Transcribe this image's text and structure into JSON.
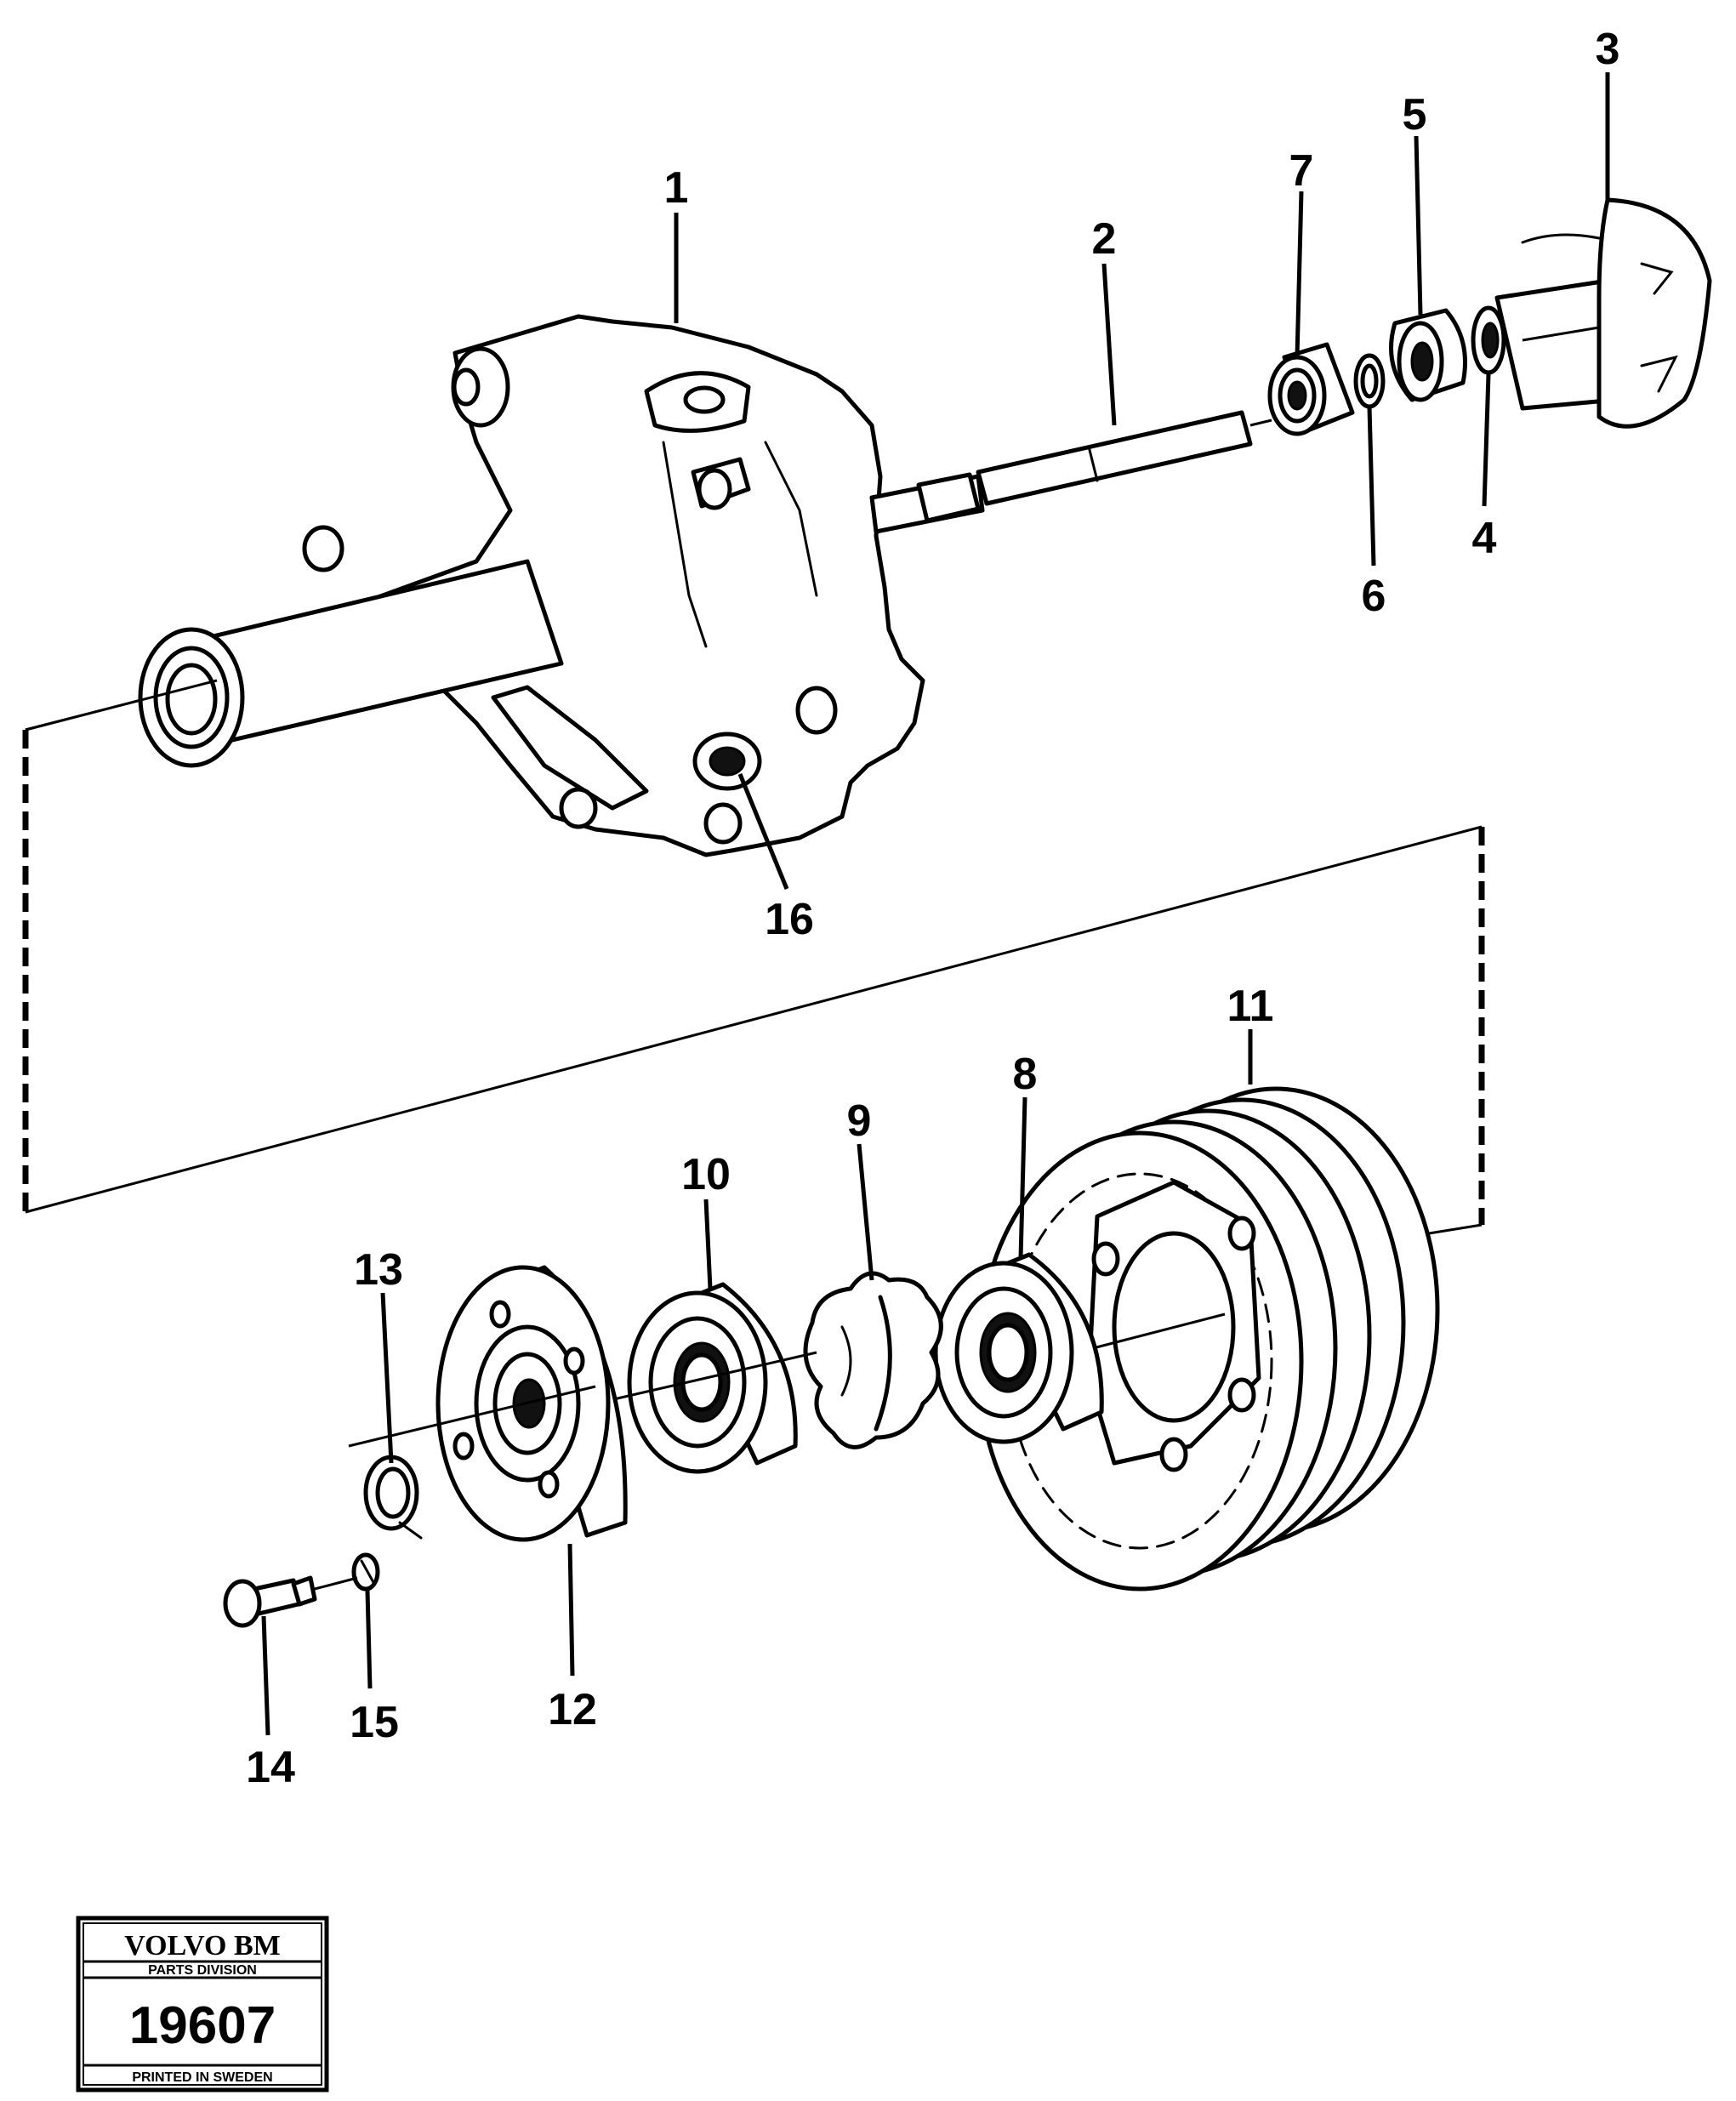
{
  "callouts": {
    "c1": "1",
    "c2": "2",
    "c3": "3",
    "c4": "4",
    "c5": "5",
    "c6": "6",
    "c7": "7",
    "c8": "8",
    "c9": "9",
    "c10": "10",
    "c11": "11",
    "c12": "12",
    "c13": "13",
    "c14": "14",
    "c15": "15",
    "c16": "16"
  },
  "stamp": {
    "brand": "VOLVO BM",
    "division": "PARTS DIVISION",
    "number": "19607",
    "printed": "PRINTED IN SWEDEN"
  }
}
